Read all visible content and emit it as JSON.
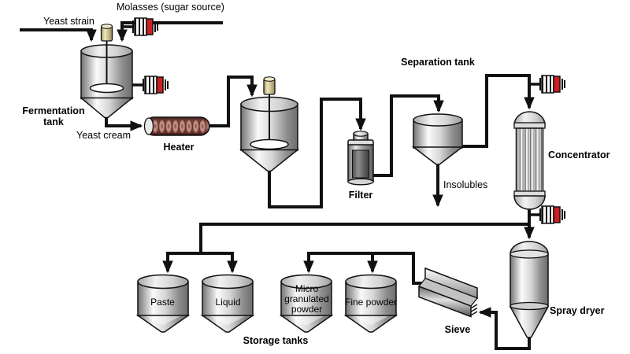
{
  "labels": {
    "yeast_strain": "Yeast strain",
    "molasses": "Molasses (sugar source)",
    "fermentation_tank": "Fermentation tank",
    "yeast_cream": "Yeast cream",
    "heater": "Heater",
    "filter": "Filter",
    "separation_tank": "Separation tank",
    "insolubles": "Insolubles",
    "concentrator": "Concentrator",
    "spray_dryer": "Spray dryer",
    "sieve": "Sieve",
    "storage_tanks": "Storage tanks",
    "storage_paste": "Paste",
    "storage_liquid": "Liquid",
    "storage_micro": "Micro granulated powder",
    "storage_fine": "Fine powder"
  },
  "colors": {
    "background": "#ffffff",
    "pipe": "#111111",
    "valve_cap_red": "#cc2020",
    "heater_body": "#8a5049",
    "motor_cream": "#e9e2ba",
    "vessel_steel_light": "#fafafa",
    "vessel_steel_dark": "#6d6d6d",
    "label_text": "#000000"
  }
}
